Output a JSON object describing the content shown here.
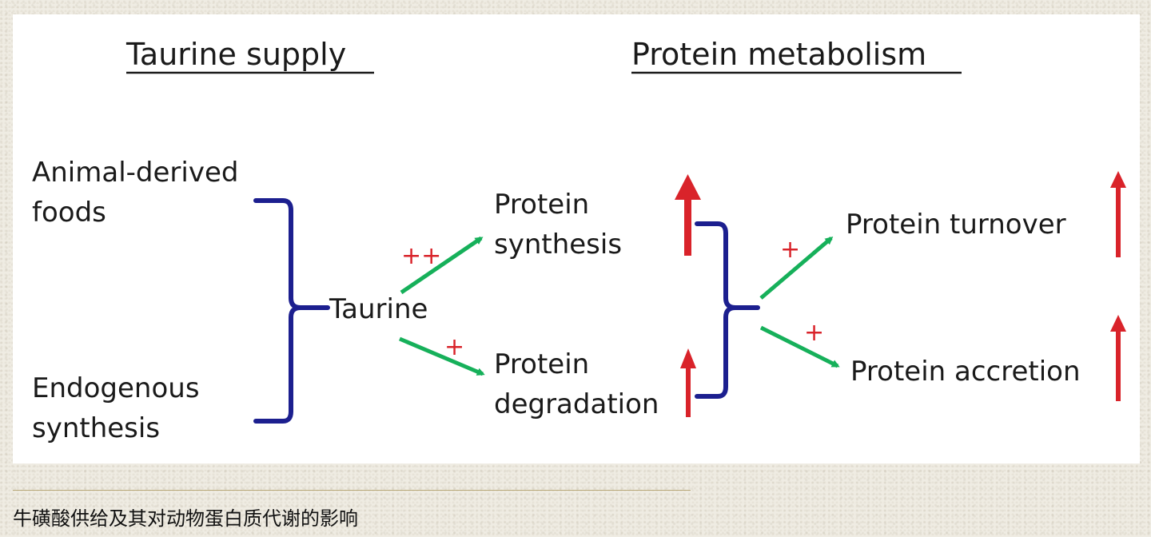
{
  "headings": {
    "supply": "Taurine supply",
    "metabolism": "Protein metabolism"
  },
  "sources": {
    "animal_line1": "Animal-derived",
    "animal_line2": "foods",
    "endogenous_line1": "Endogenous",
    "endogenous_line2": "synthesis"
  },
  "center": {
    "taurine": "Taurine"
  },
  "effects": {
    "synthesis_line1": "Protein",
    "synthesis_line2": "synthesis",
    "degradation_line1": "Protein",
    "degradation_line2": "degradation",
    "synthesis_sign": "++",
    "degradation_sign": "+"
  },
  "outcomes": {
    "turnover": "Protein turnover",
    "accretion": "Protein accretion",
    "turnover_sign": "+",
    "accretion_sign": "+"
  },
  "colors": {
    "bracket": "#1c1f8f",
    "green_arrow": "#16b05a",
    "red_arrow": "#d9232a",
    "text": "#1a1a1a"
  },
  "caption": "牛磺酸供给及其对动物蛋白质代谢的影响"
}
